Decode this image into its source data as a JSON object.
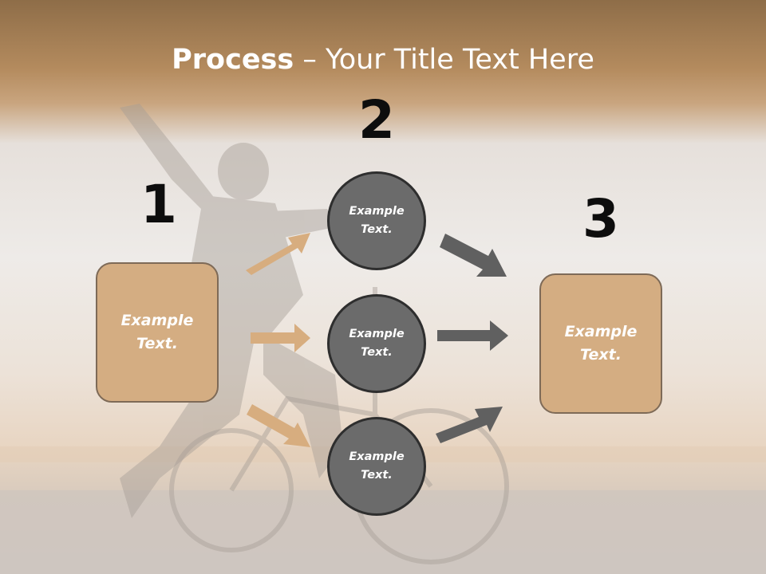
{
  "title": {
    "bold": "Process",
    "rest": " – Your Title Text Here"
  },
  "steps": [
    {
      "number": "1",
      "text": "Example\nText."
    },
    {
      "number": "2",
      "items": [
        "Example\nText.",
        "Example\nText.",
        "Example\nText."
      ]
    },
    {
      "number": "3",
      "text": "Example\nText."
    }
  ],
  "colors": {
    "box_fill": "#d4ad82",
    "circle_fill": "#6b6b6b",
    "tan_arrow": "#d7ad7f",
    "gray_arrow": "#606060"
  }
}
